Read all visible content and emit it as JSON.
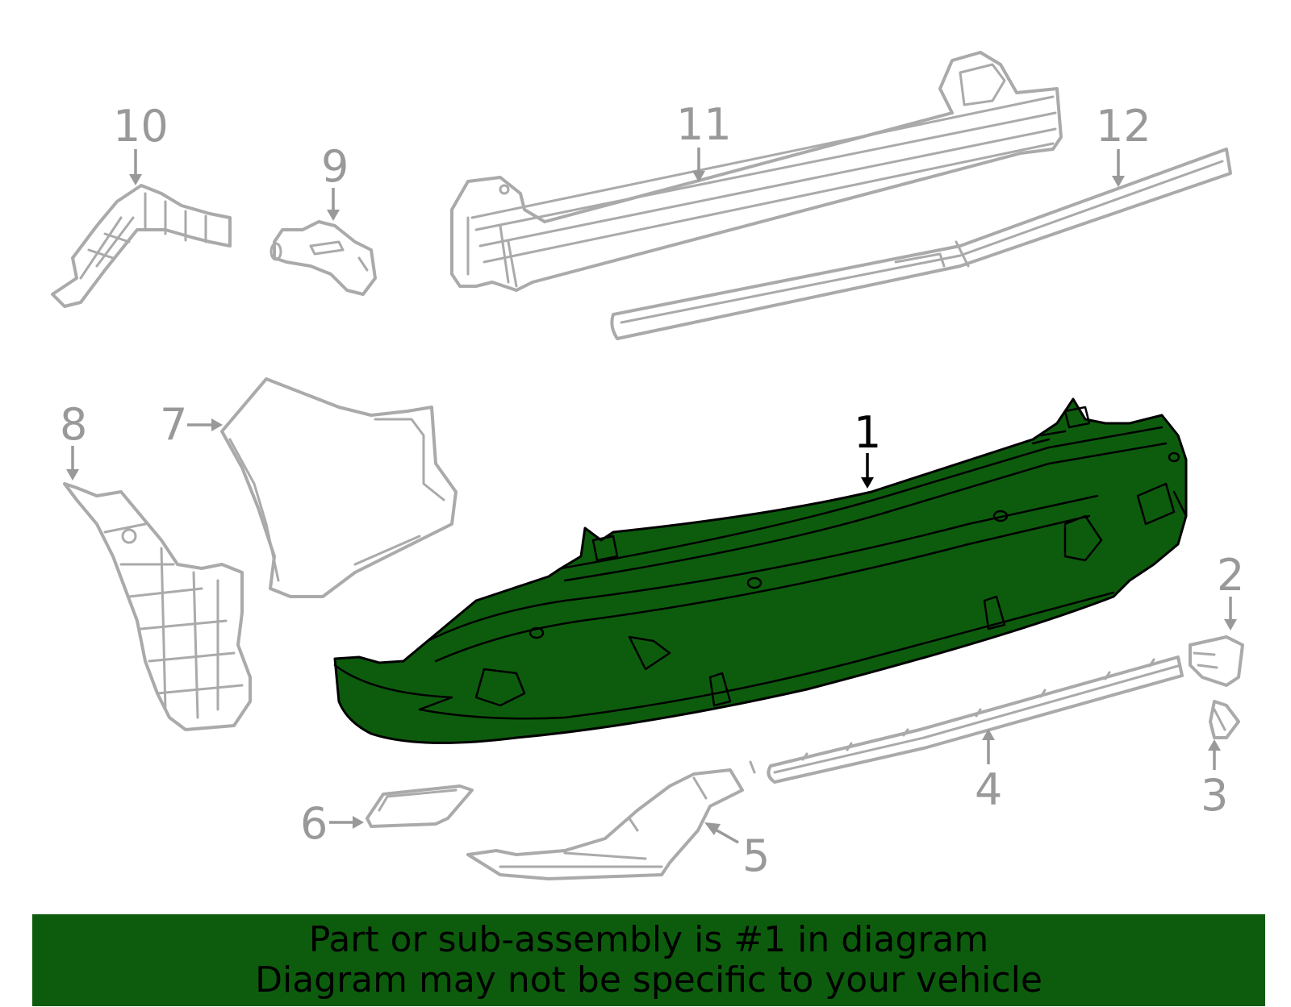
{
  "callouts": {
    "c1": "1",
    "c2": "2",
    "c3": "3",
    "c4": "4",
    "c5": "5",
    "c6": "6",
    "c7": "7",
    "c8": "8",
    "c9": "9",
    "c10": "10",
    "c11": "11",
    "c12": "12"
  },
  "highlight_part": "1",
  "colors": {
    "highlight": "#0d5c0d",
    "part_outline": "#aaaaaa",
    "callout_text": "#999999"
  },
  "banner": {
    "line1": "Part or sub-assembly is #1 in diagram",
    "line2": "Diagram may not be specific to your vehicle"
  }
}
